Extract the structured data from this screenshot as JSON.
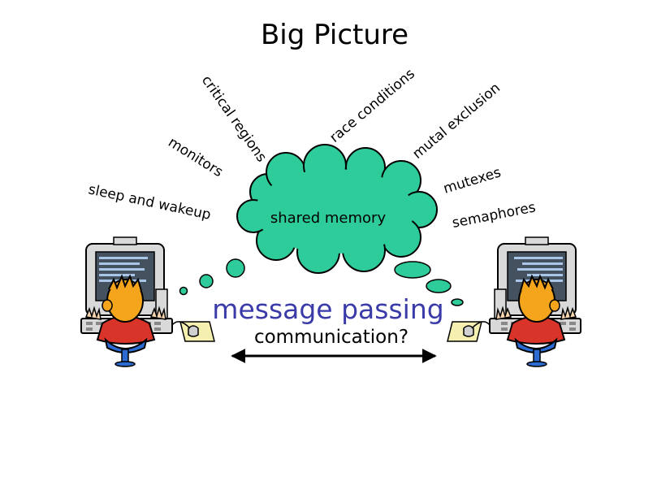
{
  "title": "Big Picture",
  "concepts": {
    "sleep_and_wakeup": "sleep and wakeup",
    "monitors": "monitors",
    "critical_regions": "critical regions",
    "race_conditions": "race conditions",
    "mutal_exclusion": "mutal exclusion",
    "mutexes": "mutexes",
    "semaphores": "semaphores"
  },
  "cloud": {
    "label": "shared memory",
    "color": "#2ecc9a"
  },
  "message": {
    "main": "message passing",
    "sub": "communication?",
    "main_color": "#3a3aa8"
  },
  "icons": {
    "left_user": "person-at-computer-icon",
    "right_user": "person-at-computer-icon",
    "arrow": "double-arrow-icon"
  }
}
